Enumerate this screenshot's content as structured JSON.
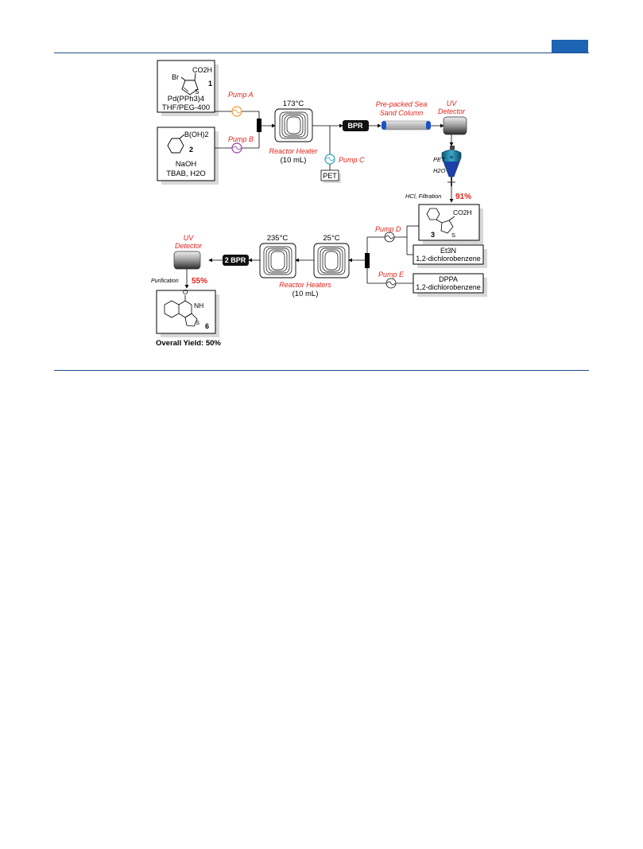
{
  "rule_color": "#1f4e8c",
  "accent_tab_color": "#1d64b4",
  "highlight_color": "#e0241b",
  "reagents": {
    "box1": {
      "substituent": "Br",
      "group": "CO2H",
      "compound": "1",
      "line1": "Pd(PPh3)4",
      "line2": "THF/PEG-400"
    },
    "box2": {
      "group": "B(OH)2",
      "compound": "2",
      "line1": "NaOH",
      "line2": "TBAB, H2O"
    },
    "box3": {
      "group": "CO2H",
      "compound": "3"
    },
    "box4": {
      "line1": "Et3N",
      "line2": "1,2-dichlorobenzene"
    },
    "box5": {
      "line1": "DPPA",
      "line2": "1,2-dichlorobenzene"
    },
    "box6": {
      "compound": "6"
    },
    "overall": "Overall Yield: 50%"
  },
  "pumps": {
    "a": "Pump A",
    "b": "Pump B",
    "c": "Pump C",
    "d": "Pump D",
    "e": "Pump E"
  },
  "stage1": {
    "temp": "173°C",
    "heater": "Reactor Heater",
    "volume": "(10 mL)",
    "bpr": "BPR",
    "pet": "PET",
    "column_line1": "Pre-packed Sea",
    "column_line2": "Sand Column",
    "uv_line1": "UV",
    "uv_line2": "Detector",
    "sep_pet": "PET",
    "sep_water": "H2O",
    "workup": "HCl, Filtration",
    "yield": "91%"
  },
  "stage2": {
    "temp1": "235°C",
    "temp2": "25°C",
    "heaters": "Reactor Heaters",
    "volume": "(10 mL)",
    "bpr": "2 BPR",
    "uv_line1": "UV",
    "uv_line2": "Detector",
    "workup": "Purification",
    "yield": "55%"
  }
}
